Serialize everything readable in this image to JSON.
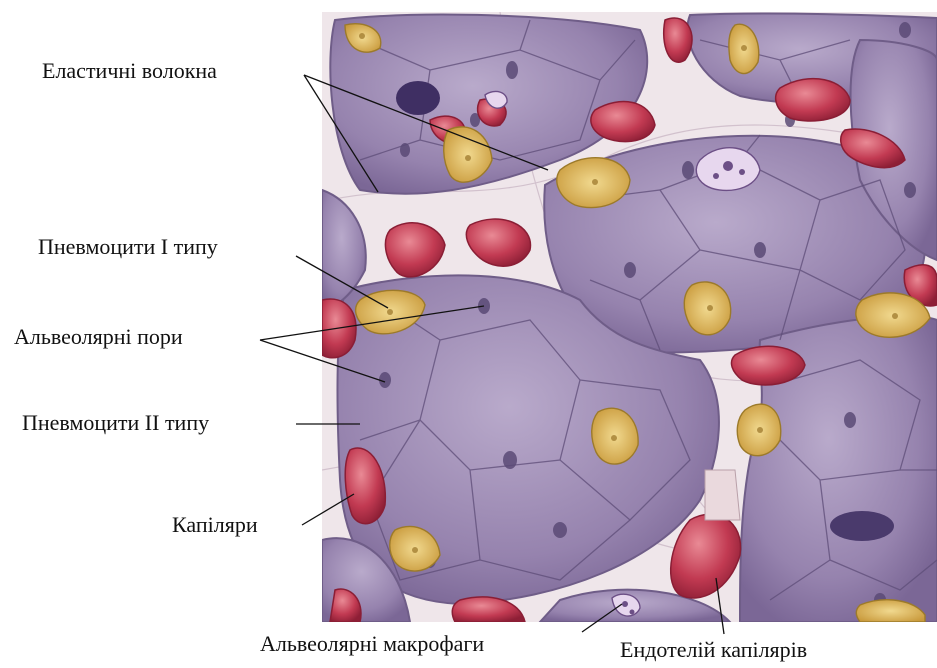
{
  "labels": {
    "elastic_fibers": "Еластичні волокна",
    "pneumocytes_1": "Пневмоцити I типу",
    "alveolar_pores": "Альвеолярні пори",
    "pneumocytes_2": "Пневмоцити II типу",
    "capillaries": "Капіляри",
    "alveolar_macrophages": "Альвеолярні макрофаги",
    "capillary_endothelium": "Ендотелій капілярів"
  },
  "colors": {
    "background": "#ffffff",
    "alveolar_wall": "#8f7aa8",
    "alveolar_wall_light": "#b3a4c6",
    "septum": "#efe8ea",
    "capillary_red": "#c23a52",
    "pneumocyte_2_gold": "#d9b45a",
    "nucleus": "#56476e",
    "leader_line": "#111111"
  }
}
